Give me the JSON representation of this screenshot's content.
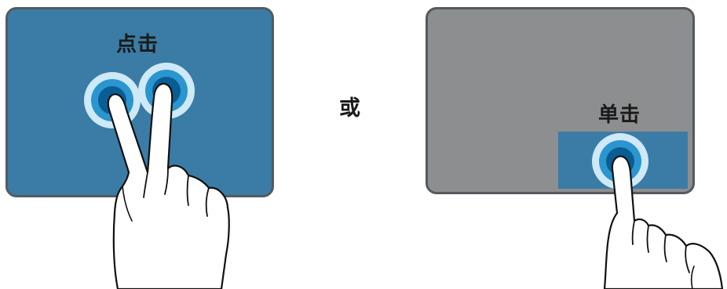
{
  "left_panel": {
    "label": "点击",
    "fingers": 2
  },
  "separator": {
    "label": "或"
  },
  "right_panel": {
    "label": "单击",
    "fingers": 1
  },
  "colors": {
    "touchpad_blue": "#3a7ca5",
    "touchpad_gray": "#8d8e90",
    "border": "#555a5f",
    "tap_dark": "#0a5d94",
    "tap_mid": "#2b95cf",
    "tap_light": "#cfe9f7"
  },
  "icons": [
    "hand-two-finger-tap-icon",
    "hand-one-finger-tap-icon",
    "tap-ripple-icon"
  ]
}
